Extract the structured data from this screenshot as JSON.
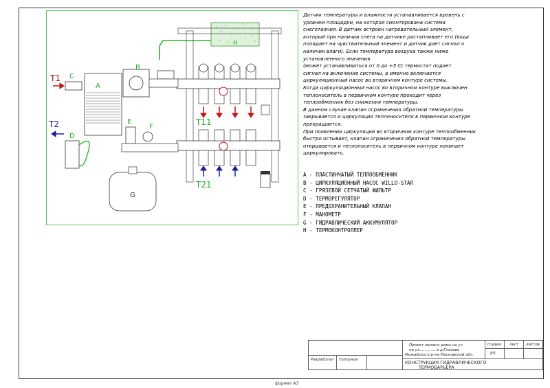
{
  "labels": {
    "T1": "T1",
    "T2": "T2",
    "T11": "T11",
    "T21": "T21",
    "A": "A",
    "B": "B",
    "C": "C",
    "D": "D",
    "E": "E",
    "F": "F",
    "G": "G",
    "H": "H"
  },
  "description": [
    "Датчик температуры и влажности устанавливается вровень с",
    "уровнем площадки, на которой смонтирована система",
    "снеготаяния. В датчик встроен нагревательный элемент,",
    "который при наличии снега на датчике растапливает его (вода",
    "попадает на чувствительный элемент и датчик дает сигнал о",
    "наличии влаги). Если температура воздуха также ниже",
    "установленного значения",
    "(может устанавливаться от 0 до +5 С) термостат подает",
    "сигнал на включение системы, а именно включается",
    "циркуляционный насос во вторичном контуре системы.",
    "Когда циркуляционный насос во вторичном контуре выключен",
    "теплоноситель в первичном контуре проходит через",
    "теплообменник без снижения температуры.",
    "В данном случае клапан ограничения обратной температуры",
    "закрывается и циркуляция теплоносителя в первичном контуре",
    "прекращается.",
    "При появлении циркуляции во вторичном контуре теплообменник",
    "быстро остывает, клапан ограничения обратной температуры",
    "открывается и теплоноситель в первичном контуре начинает",
    "циркулировать."
  ],
  "legend": [
    "A - ПЛАСТИНЧАТЫЙ ТЕПЛООБМЕННИК",
    "B - ЦИРКУЛЯЦИОННЫЙ НАСОС WILLO-STAR",
    "C - ГРЯЗЕВОЙ СЕТЧАТЫЙ ФИЛЬТР",
    "D - ТЕРМОРЕГУЛЯТОР",
    "E - ПРЕДОХРАНИТЕЛЬНЫЙ КЛАПАН",
    "F - МАНОМЕТР",
    "G - ГИДРАВЛИЧЕСКИЙ АККУМУЛЯТОР",
    "H - ТЕРМОКОНТРОЛЛЕР"
  ],
  "title_block": {
    "stage_header": "стадия",
    "sheet_header": "лист",
    "sheets_header": "листов",
    "stage_value": "РП",
    "developed_label": "Разработал",
    "developer_name": "Толпунов",
    "project_line1": "Проект жилого дома на уч.",
    "project_line2": "по ул............. в д.Глазово",
    "project_line3": "Можайского р-на Московской обл.",
    "title_line1": "КОНСТРУКЦИЯ ГИДРАВЛИЧЕСКОГО",
    "title_line2": "ТЕРМОБАРЬЕРА"
  },
  "format_label": "формат А3",
  "colors": {
    "supply_red": "#cc1111",
    "return_blue": "#1a1aa8",
    "label_green": "#22aa22",
    "frame_green": "#55cc55",
    "controller_green": "#bfe8b8"
  }
}
